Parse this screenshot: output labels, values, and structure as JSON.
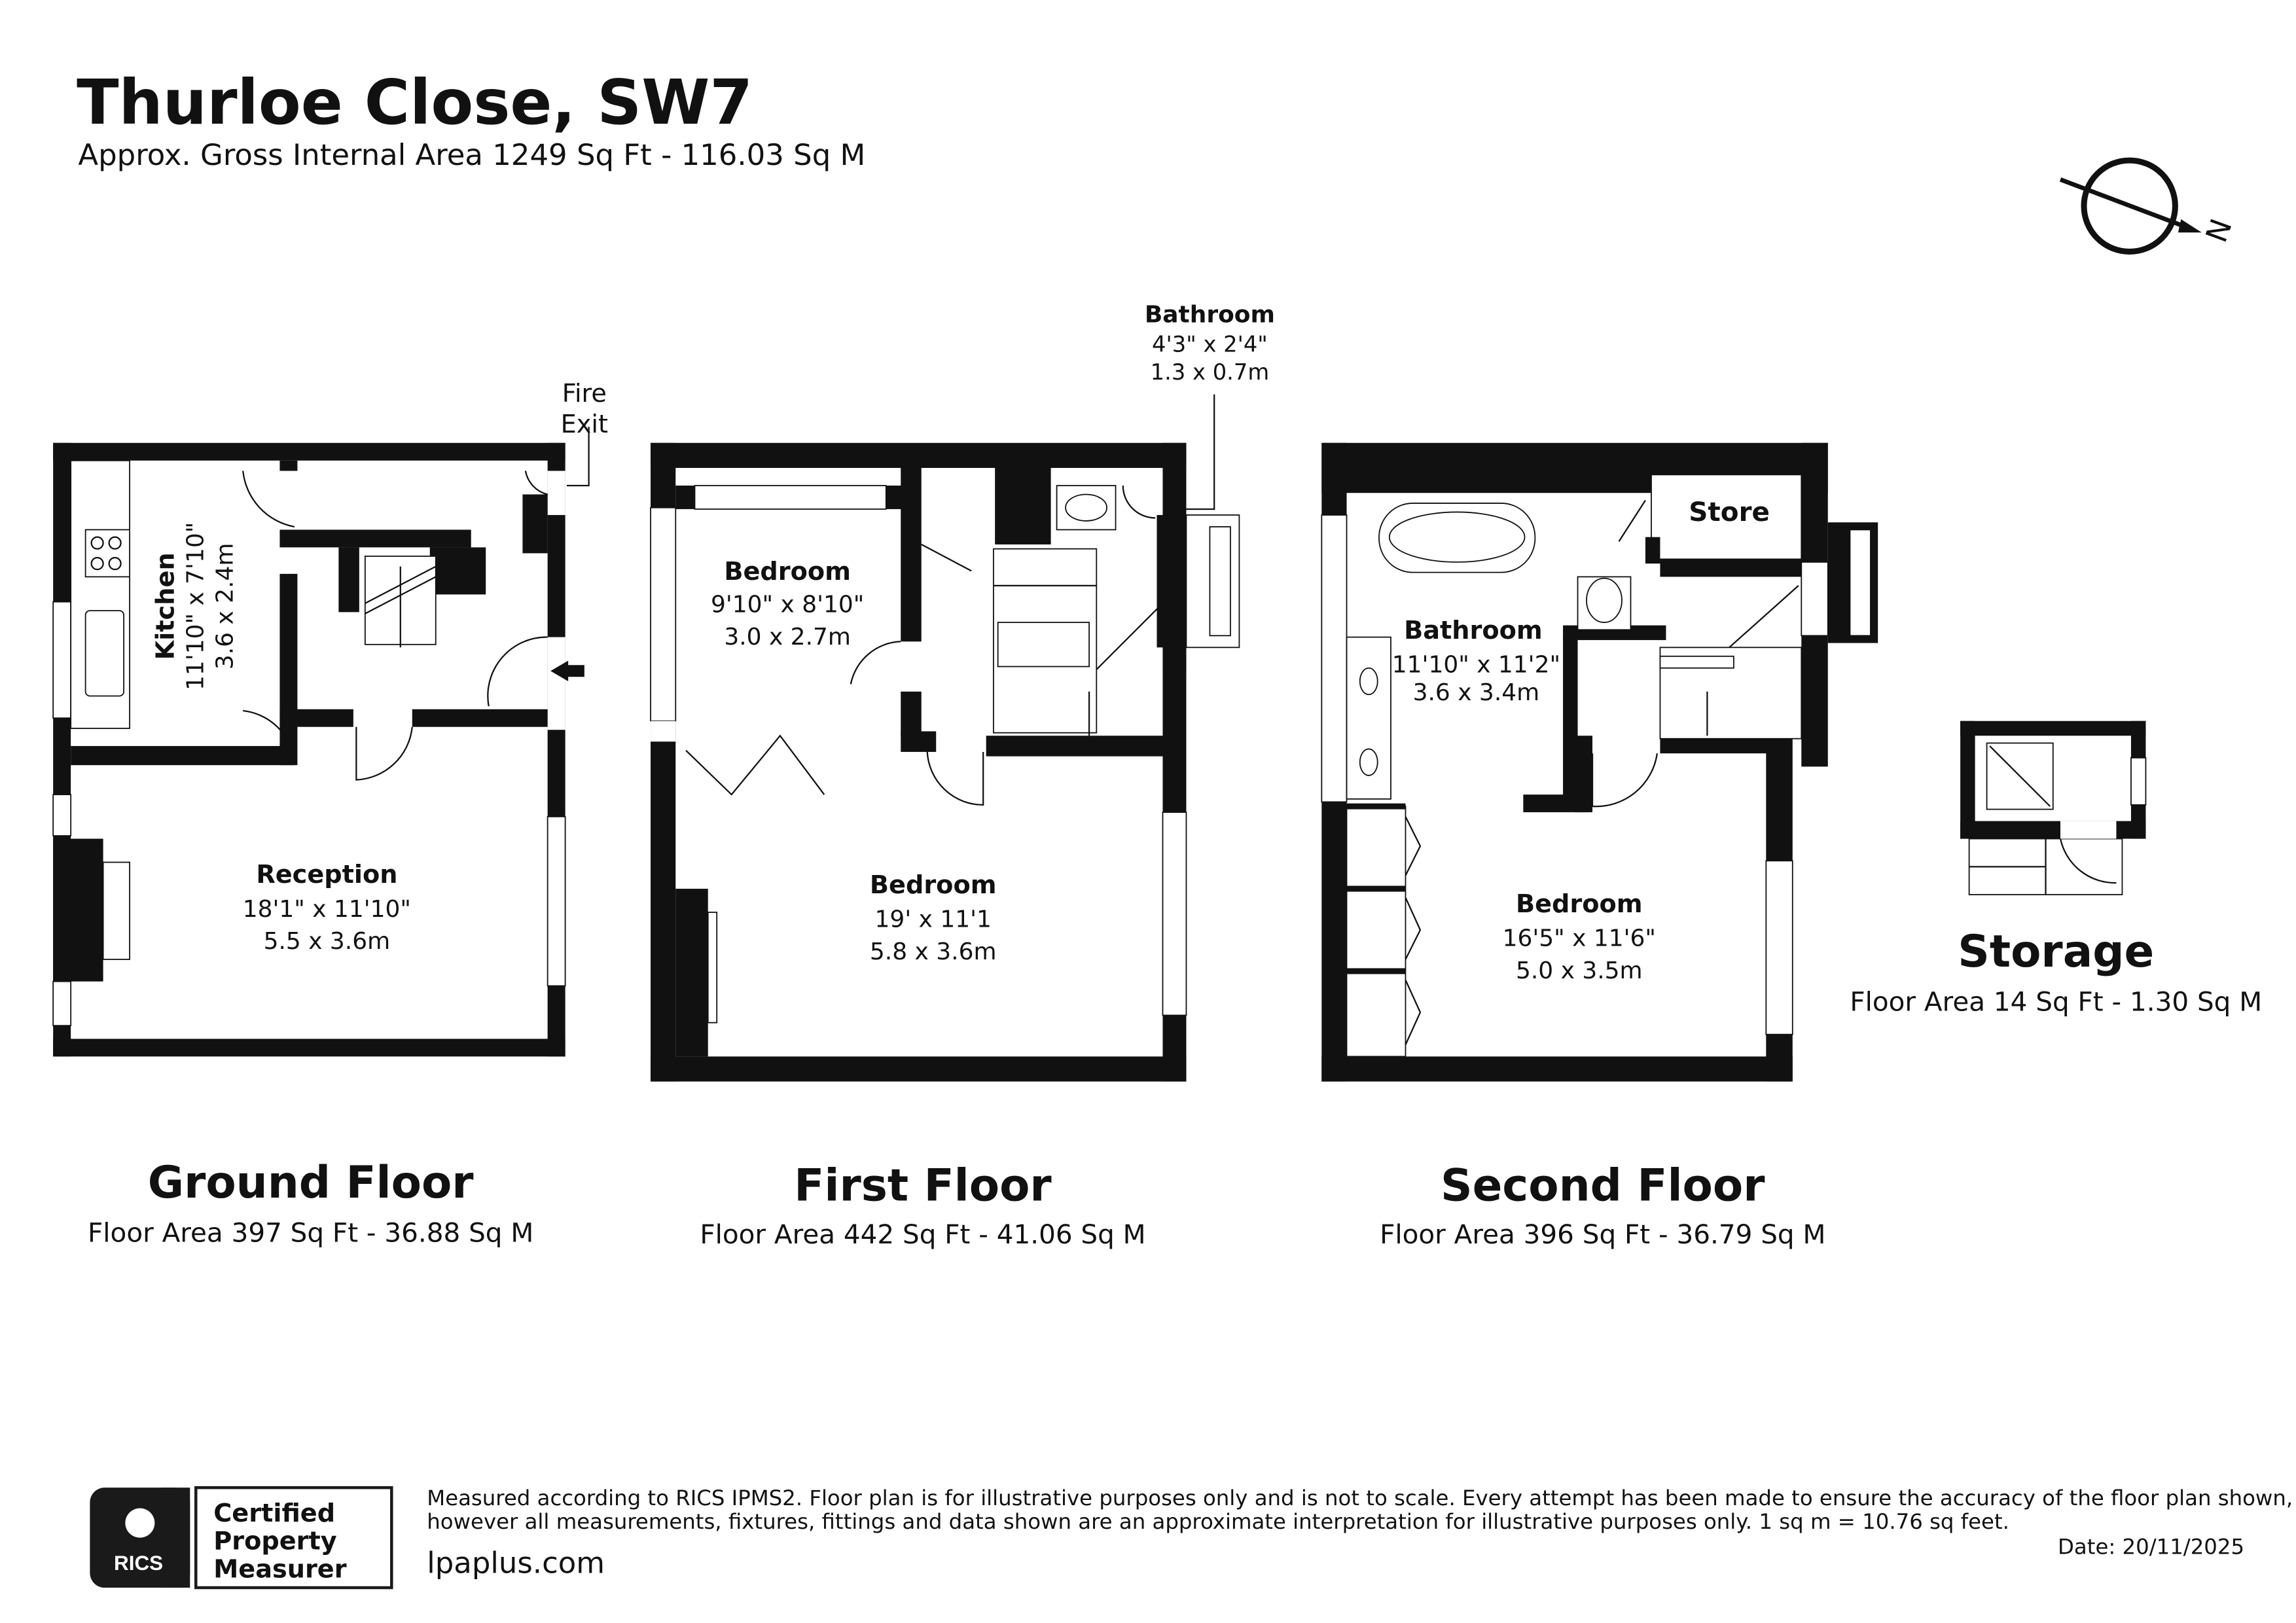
{
  "header": {
    "title": "Thurloe Close, SW7",
    "subtitle": "Approx. Gross Internal Area 1249 Sq Ft - 116.03 Sq M"
  },
  "compass": {
    "label": "N",
    "icon": "north-compass-icon"
  },
  "floors": {
    "ground": {
      "name": "Ground Floor",
      "area": "Floor Area 397 Sq Ft - 36.88 Sq M",
      "fire_exit": [
        "Fire",
        "Exit"
      ],
      "rooms": [
        {
          "name": "Kitchen",
          "imperial": "11'10\" x 7'10\"",
          "metric": "3.6 x 2.4m"
        },
        {
          "name": "Reception",
          "imperial": "18'1\" x 11'10\"",
          "metric": "5.5 x 3.6m"
        }
      ]
    },
    "first": {
      "name": "First Floor",
      "area": "Floor Area 442 Sq Ft - 41.06 Sq M",
      "rooms": [
        {
          "name": "Bedroom",
          "imperial": "9'10\" x 8'10\"",
          "metric": "3.0 x 2.7m"
        },
        {
          "name": "Bedroom",
          "imperial": "19' x 11'1",
          "metric": "5.8 x 3.6m"
        },
        {
          "name": "Bathroom",
          "imperial": "4'3\" x 2'4\"",
          "metric": "1.3 x 0.7m"
        }
      ]
    },
    "second": {
      "name": "Second Floor",
      "area": "Floor Area 396 Sq Ft - 36.79 Sq M",
      "rooms": [
        {
          "name": "Store"
        },
        {
          "name": "Bathroom",
          "imperial": "11'10\" x 11'2\"",
          "metric": "3.6 x 3.4m"
        },
        {
          "name": "Bedroom",
          "imperial": "16'5\" x 11'6\"",
          "metric": "5.0 x 3.5m"
        }
      ]
    },
    "storage": {
      "name": "Storage",
      "area": "Floor Area 14 Sq Ft - 1.30 Sq M"
    }
  },
  "footer": {
    "badge": {
      "org": "RICS",
      "lines": [
        "Certified",
        "Property",
        "Measurer"
      ]
    },
    "website": "lpaplus.com",
    "disclaimer_1": "Measured according to RICS IPMS2. Floor plan is for illustrative purposes only and is not to scale. Every attempt has been made to ensure the accuracy of the floor plan shown,",
    "disclaimer_2": "however all measurements, fixtures, fittings and data shown are an approximate interpretation for illustrative purposes only. 1 sq m = 10.76 sq feet.",
    "date": "Date: 20/11/2025"
  }
}
